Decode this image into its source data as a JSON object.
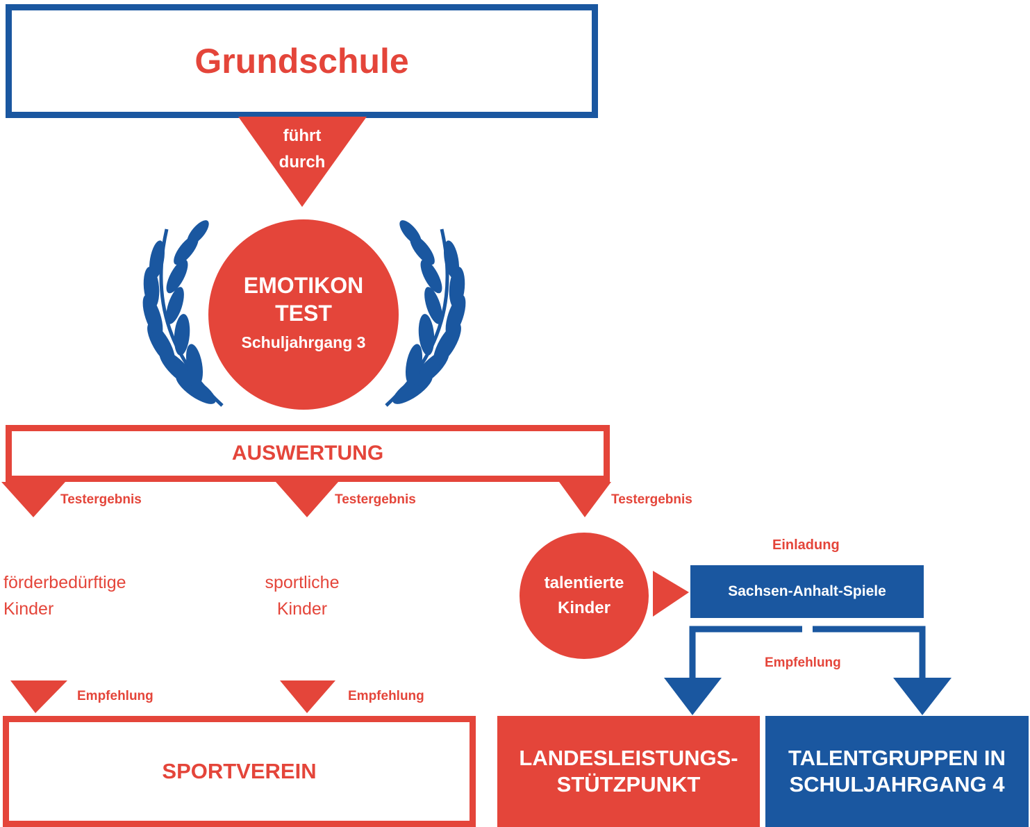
{
  "colors": {
    "red": "#e4453a",
    "blue": "#1a57a0",
    "white": "#ffffff"
  },
  "top_box": {
    "title": "Grundschule"
  },
  "arrow_top": {
    "line1": "führt",
    "line2": "durch"
  },
  "test_circle": {
    "line1": "EMOTIKON",
    "line2": "TEST",
    "line3": "Schuljahrgang 3",
    "decoration": "laurel-wreath-icon"
  },
  "evaluation": {
    "label": "AUSWERTUNG"
  },
  "results": {
    "left": "Testergebnis",
    "middle": "Testergebnis",
    "right": "Testergebnis"
  },
  "groups": {
    "needs_support": {
      "line1": "förderbedürftige",
      "line2": "Kinder"
    },
    "sporty": {
      "line1": "sportliche",
      "line2": "Kinder"
    },
    "talented": {
      "line1": "talentierte",
      "line2": "Kinder"
    }
  },
  "invitation": {
    "label": "Einladung",
    "target": "Sachsen-Anhalt-Spiele"
  },
  "recommendations": {
    "left": "Empfehlung",
    "middle": "Empfehlung",
    "right": "Empfehlung"
  },
  "destinations": {
    "club": "SPORTVEREIN",
    "base_line1": "LANDESLEISTUNGS-",
    "base_line2": "STÜTZPUNKT",
    "talent_line1": "TALENTGRUPPEN IN",
    "talent_line2": "SCHULJAHRGANG 4"
  }
}
